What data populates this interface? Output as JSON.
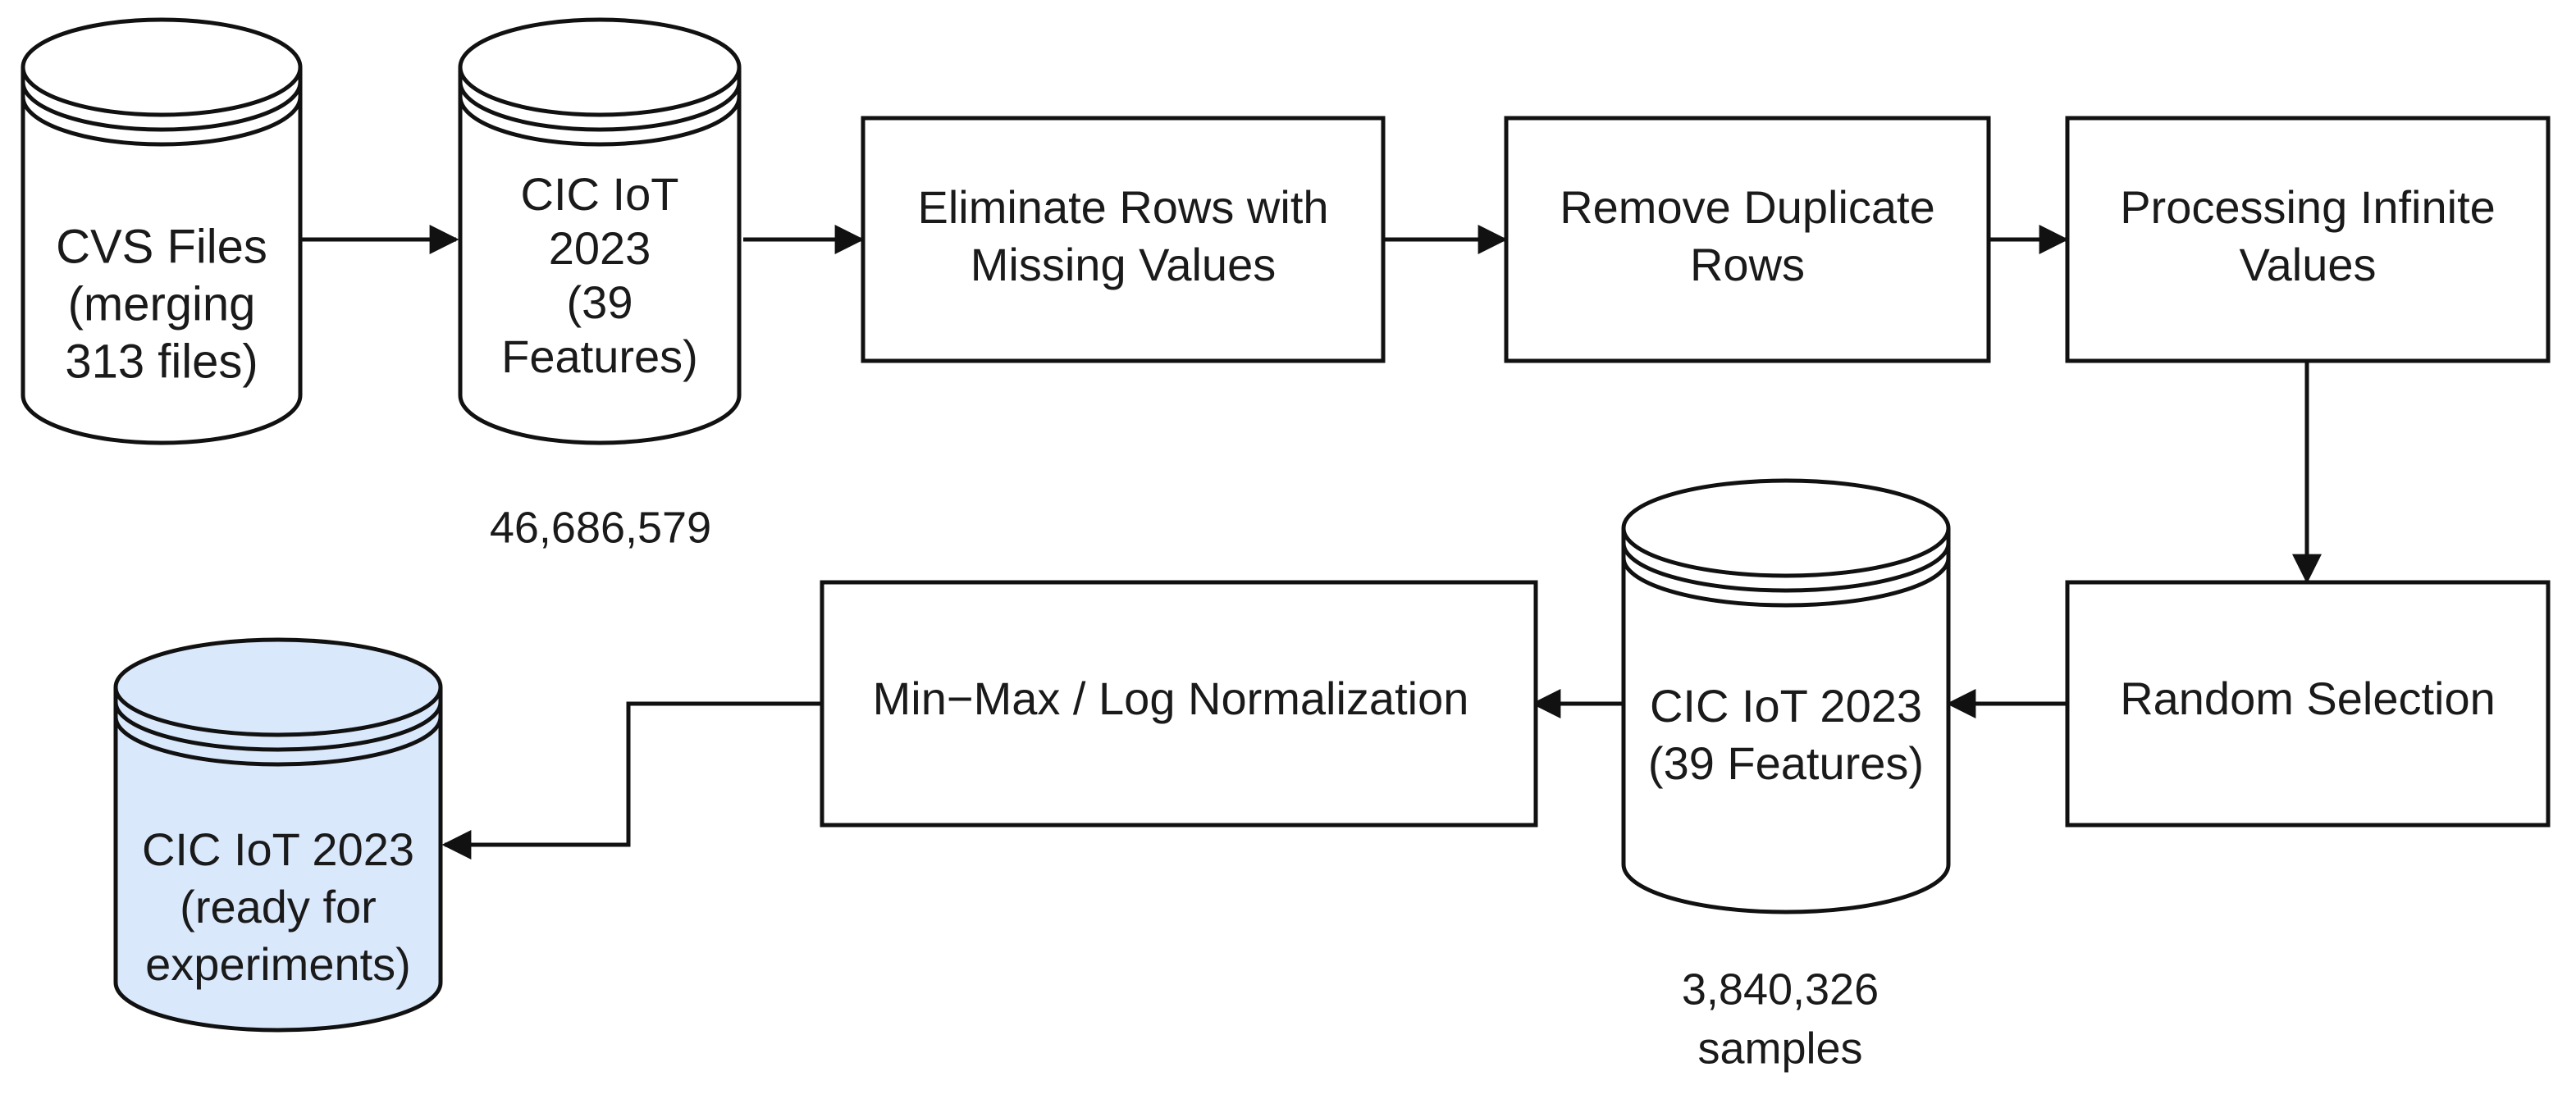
{
  "nodes": {
    "cvs_files": {
      "lines": [
        "CVS Files",
        "(merging",
        "313 files)"
      ]
    },
    "cic_raw": {
      "lines": [
        "CIC IoT",
        "2023",
        "(39",
        "Features)"
      ],
      "caption": [
        "46,686,579"
      ]
    },
    "eliminate": {
      "lines": [
        "Eliminate Rows with",
        "Missing Values"
      ]
    },
    "remove_dup": {
      "lines": [
        "Remove Duplicate",
        "Rows"
      ]
    },
    "infinite": {
      "lines": [
        "Processing Infinite",
        "Values"
      ]
    },
    "random": {
      "lines": [
        "Random Selection"
      ]
    },
    "cic_sampled": {
      "lines": [
        "CIC IoT 2023",
        "(39 Features)"
      ],
      "caption": [
        "3,840,326",
        "samples"
      ]
    },
    "normalize": {
      "lines": [
        "Min−Max / Log Normalization"
      ]
    },
    "cic_ready": {
      "lines": [
        "CIC IoT 2023",
        "(ready for",
        "experiments)"
      ]
    }
  },
  "colors": {
    "stroke": "#111111",
    "fill_default": "#ffffff",
    "fill_highlight": "#dae8fc",
    "text": "#1a1a1a"
  }
}
